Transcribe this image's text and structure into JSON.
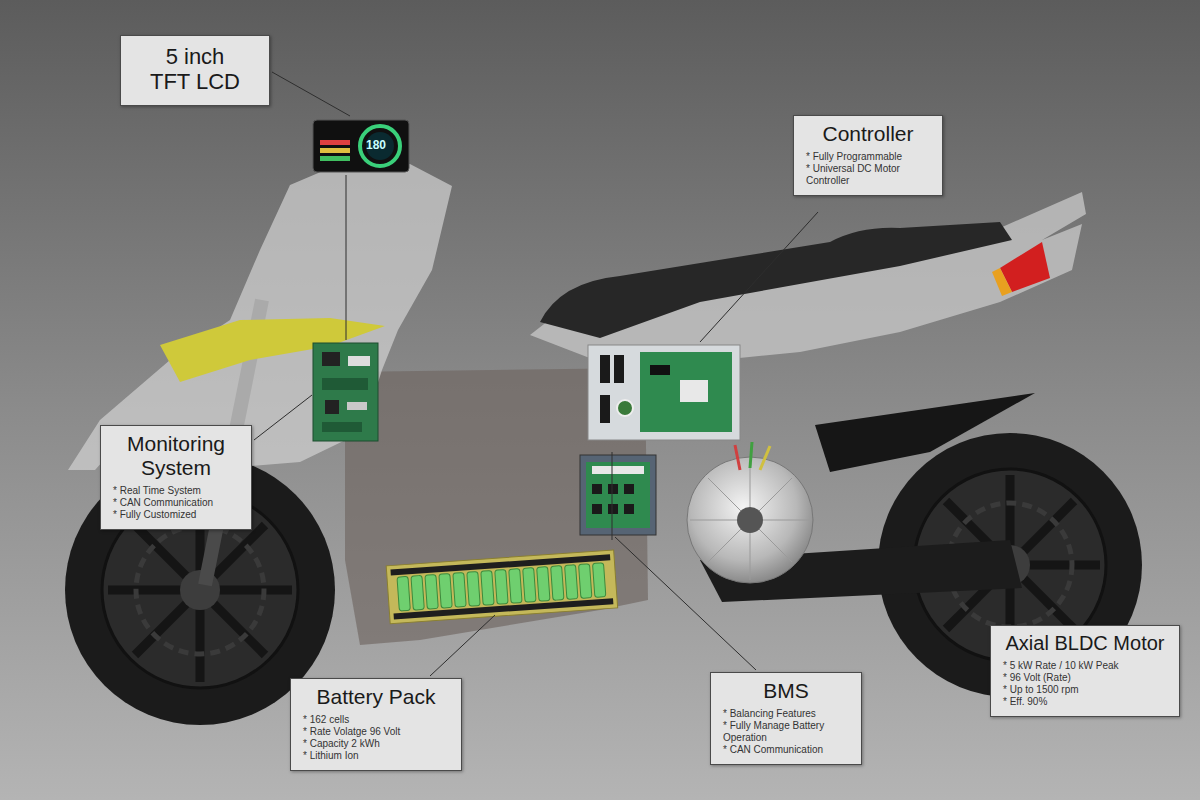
{
  "diagram": {
    "nodes": [
      {
        "text": [
          "5 inch TFT LCD"
        ]
      },
      {
        "text": [
          "Controller",
          "* Fully Programmable",
          "* Universal DC Motor Controller"
        ]
      },
      {
        "text": [
          "Monitoring System",
          "* Real Time System",
          "* CAN Communication",
          "* Fully Customized"
        ]
      },
      {
        "text": [
          "Battery Pack",
          "* 162 cells",
          "* Rate Volatge 96 Volt",
          "* Capacity 2 kWh",
          "* Lithium Ion"
        ]
      },
      {
        "text": [
          "BMS",
          "* Balancing Features",
          "* Fully Manage Battery Operation",
          "* CAN Communication"
        ]
      },
      {
        "text": [
          "Axial BLDC Motor",
          "* 5 kW Rate / 10 kW Peak",
          "* 96 Volt (Rate)",
          "* Up to 1500 rpm",
          "* Eff. 90%"
        ]
      }
    ],
    "labels": [
      "180"
    ]
  }
}
